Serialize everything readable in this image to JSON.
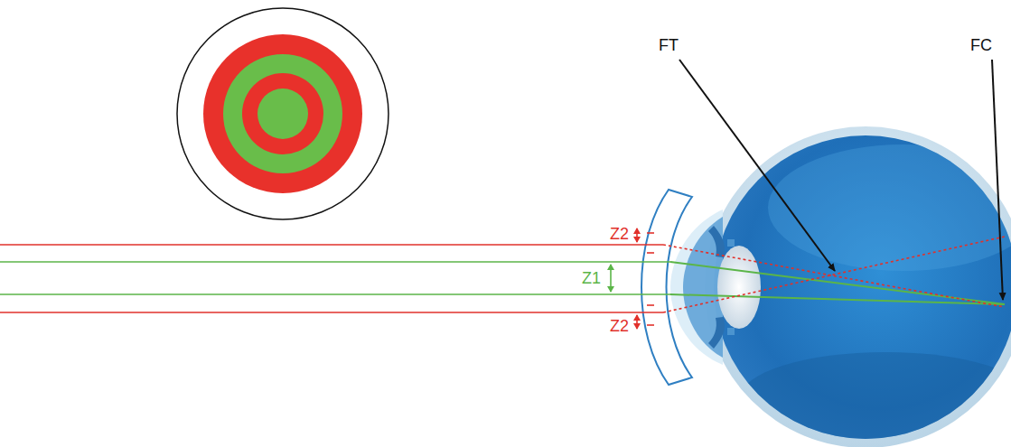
{
  "diagram": {
    "labels": [
      "FT",
      "FC",
      "Z2",
      "Z1",
      "Z2"
    ]
  }
}
